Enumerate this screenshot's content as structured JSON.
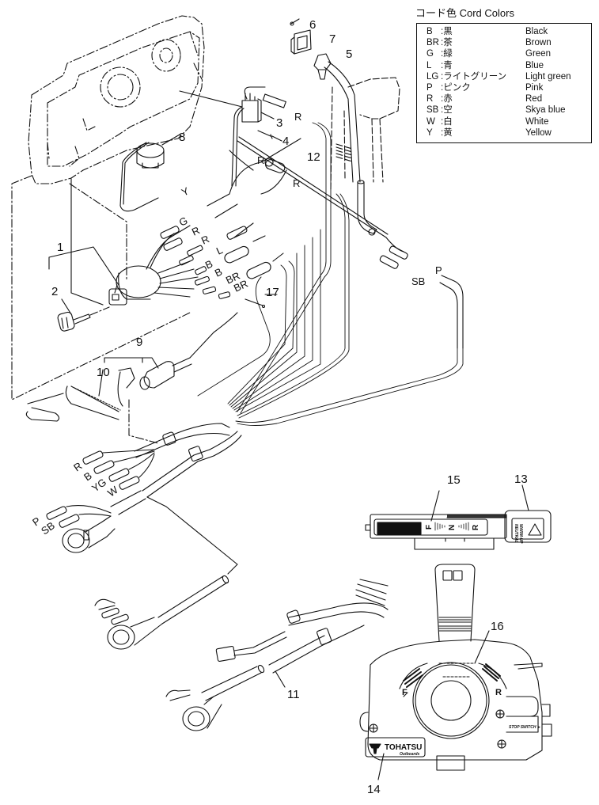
{
  "legend": {
    "title": "コード色 Cord Colors",
    "rows": [
      {
        "code": "B",
        "jp": ":黒",
        "en": "Black"
      },
      {
        "code": "BR",
        "jp": ":茶",
        "en": "Brown"
      },
      {
        "code": "G",
        "jp": ":緑",
        "en": "Green"
      },
      {
        "code": "L",
        "jp": ":青",
        "en": "Blue"
      },
      {
        "code": "LG",
        "jp": ":ライトグリーン",
        "en": "Light green"
      },
      {
        "code": "P",
        "jp": ":ピンク",
        "en": "Pink"
      },
      {
        "code": "R",
        "jp": ":赤",
        "en": "Red"
      },
      {
        "code": "SB",
        "jp": ":空",
        "en": "Skya blue"
      },
      {
        "code": "W",
        "jp": ":白",
        "en": "White"
      },
      {
        "code": "Y",
        "jp": ":黄",
        "en": "Yellow"
      }
    ]
  },
  "part_callouts": {
    "p1": "1",
    "p2": "2",
    "p3": "3",
    "p4": "4",
    "p5": "5",
    "p6": "6",
    "p7": "7",
    "p8": "8",
    "p9": "9",
    "p10": "10",
    "p11": "11",
    "p12": "12",
    "p13": "13",
    "p14": "14",
    "p15": "15",
    "p16": "16",
    "p17": "17"
  },
  "wire_labels": {
    "r_switch": "R",
    "r_fuse_left": "R",
    "r_fuse_right": "R",
    "y_buzzer": "Y",
    "g": "G",
    "r1": "R",
    "r2": "R",
    "l": "L",
    "b1": "B",
    "b2": "B",
    "br1": "BR",
    "br2": "BR",
    "p_right": "P",
    "sb_right": "SB",
    "harness_r": "R",
    "harness_b": "B",
    "harness_yg": "YG",
    "harness_w": "W",
    "harness_p": "P",
    "harness_sb": "SB"
  },
  "trim_indicator": {
    "f": "F",
    "n": "N",
    "r": "R",
    "plate_text_1": "NEUTRAL",
    "plate_text_2": "WARM-UP"
  },
  "control_box": {
    "brand": "TOHATSU",
    "brand_sub": "Outboards",
    "forward": "F",
    "reverse": "R",
    "stop_switch": "STOP SWITCH ►"
  }
}
